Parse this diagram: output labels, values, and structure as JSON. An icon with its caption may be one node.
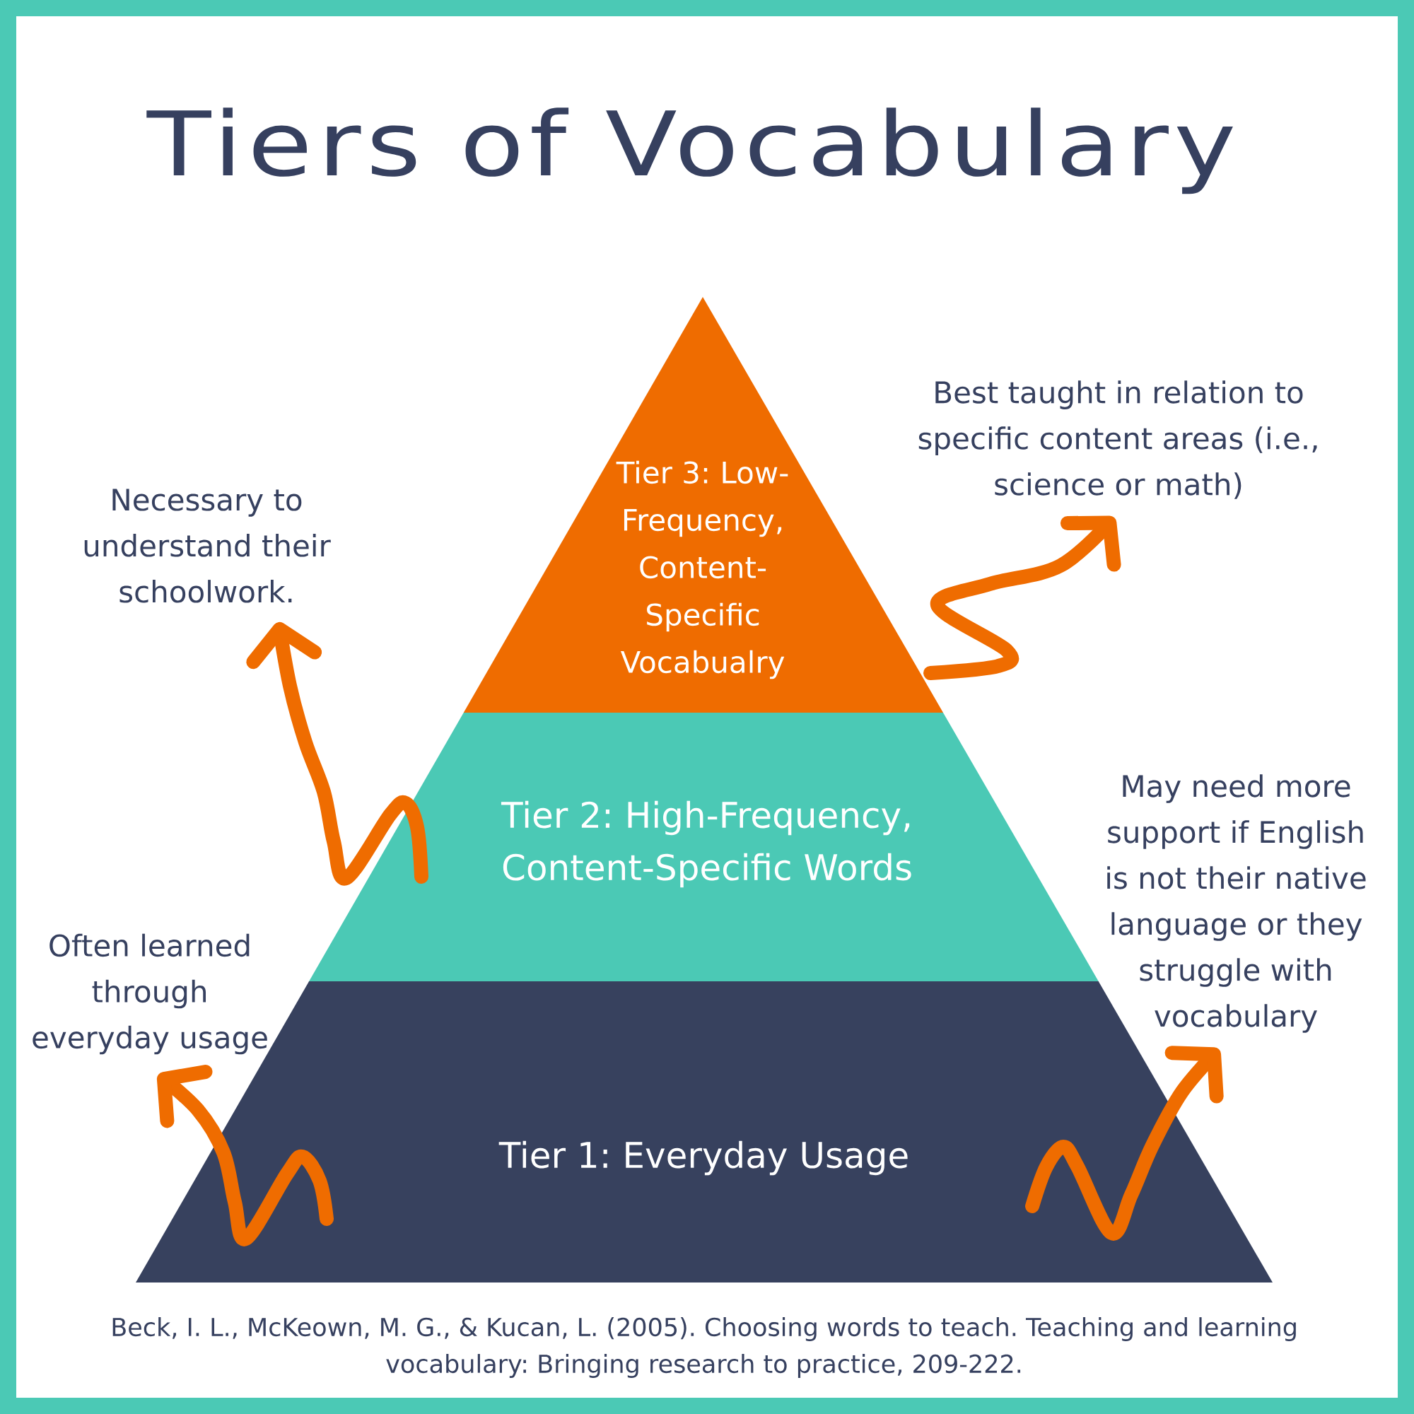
{
  "diagram": {
    "title": "Tiers of Vocabulary",
    "nodes": [
      {
        "text": [
          "Tier 3: Low-Frequency, Content-Specific Vocabualry"
        ]
      },
      {
        "text": [
          "Tier 2: High-Frequency, Content-Specific Words"
        ]
      },
      {
        "text": [
          "Tier 1: Everyday Usage"
        ]
      },
      {
        "text": [
          "Best taught in relation to specific content areas (i.e., science or math)"
        ]
      },
      {
        "text": [
          "Necessary to understand their schoolwork."
        ]
      },
      {
        "text": [
          "May need more support if English is not their native language or they struggle with vocabulary"
        ]
      },
      {
        "text": [
          "Often learned through everyday usage"
        ]
      }
    ],
    "edges": [
      {
        "from": 0,
        "to": 3,
        "arrow": "to"
      },
      {
        "from": 1,
        "to": 4,
        "arrow": "to"
      },
      {
        "from": 2,
        "to": 6,
        "arrow": "to"
      },
      {
        "from": 2,
        "to": 5,
        "arrow": "to"
      }
    ],
    "caption": "Beck, I. L., McKeown, M. G., & Kucan, L. (2005). Choosing words to teach. Teaching and learning vocabulary: Bringing research to practice, 209-222."
  }
}
